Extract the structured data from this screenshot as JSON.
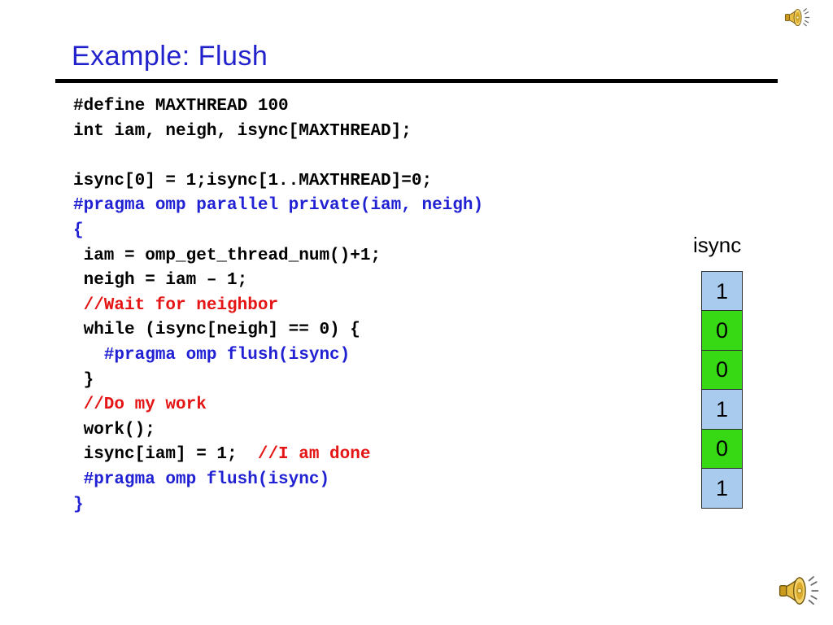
{
  "slide": {
    "title": "Example: Flush"
  },
  "colors": {
    "title_blue": "#2222CC",
    "code_blue": "#2121D4",
    "code_red": "#E51515",
    "code_black": "#000000",
    "cell_blue": "#A8CBEE",
    "cell_green": "#36D914",
    "cell_border": "#2F2F2F",
    "underline": "#000000",
    "speaker_gold": "#E8BC42"
  },
  "code": {
    "lines": [
      {
        "segments": [
          {
            "text": "#define MAXTHREAD 100",
            "color": "black"
          }
        ]
      },
      {
        "segments": [
          {
            "text": "int iam, neigh, isync[MAXTHREAD];",
            "color": "black"
          }
        ]
      },
      {
        "segments": []
      },
      {
        "segments": [
          {
            "text": "isync[0] = 1;isync[1..MAXTHREAD]=0;",
            "color": "black"
          }
        ]
      },
      {
        "segments": [
          {
            "text": "#pragma omp parallel private(iam, neigh)",
            "color": "blue"
          }
        ]
      },
      {
        "segments": [
          {
            "text": "{",
            "color": "blue"
          }
        ]
      },
      {
        "segments": [
          {
            "text": " iam = omp_get_thread_num()+1;",
            "color": "black"
          }
        ]
      },
      {
        "segments": [
          {
            "text": " neigh = iam – 1;",
            "color": "black"
          }
        ]
      },
      {
        "segments": [
          {
            "text": " //Wait for neighbor",
            "color": "red"
          }
        ]
      },
      {
        "segments": [
          {
            "text": " while (isync[neigh] == 0) {",
            "color": "black"
          }
        ]
      },
      {
        "segments": [
          {
            "text": "   #pragma omp flush(isync)",
            "color": "blue"
          }
        ]
      },
      {
        "segments": [
          {
            "text": " }",
            "color": "black"
          }
        ]
      },
      {
        "segments": [
          {
            "text": " //Do my work",
            "color": "red"
          }
        ]
      },
      {
        "segments": [
          {
            "text": " work();",
            "color": "black"
          }
        ]
      },
      {
        "segments": [
          {
            "text": " isync[iam] = 1;  ",
            "color": "black"
          },
          {
            "text": "//I am done",
            "color": "red"
          }
        ]
      },
      {
        "segments": [
          {
            "text": " #pragma omp flush(isync)",
            "color": "blue"
          }
        ]
      },
      {
        "segments": [
          {
            "text": "}",
            "color": "blue"
          }
        ]
      }
    ]
  },
  "array": {
    "label": "isync",
    "cells": [
      {
        "value": "1",
        "fill": "blue"
      },
      {
        "value": "0",
        "fill": "green"
      },
      {
        "value": "0",
        "fill": "green"
      },
      {
        "value": "1",
        "fill": "blue"
      },
      {
        "value": "0",
        "fill": "green"
      },
      {
        "value": "1",
        "fill": "blue"
      }
    ]
  },
  "icons": {
    "top_right": "speaker-icon",
    "bottom_right": "speaker-icon"
  }
}
